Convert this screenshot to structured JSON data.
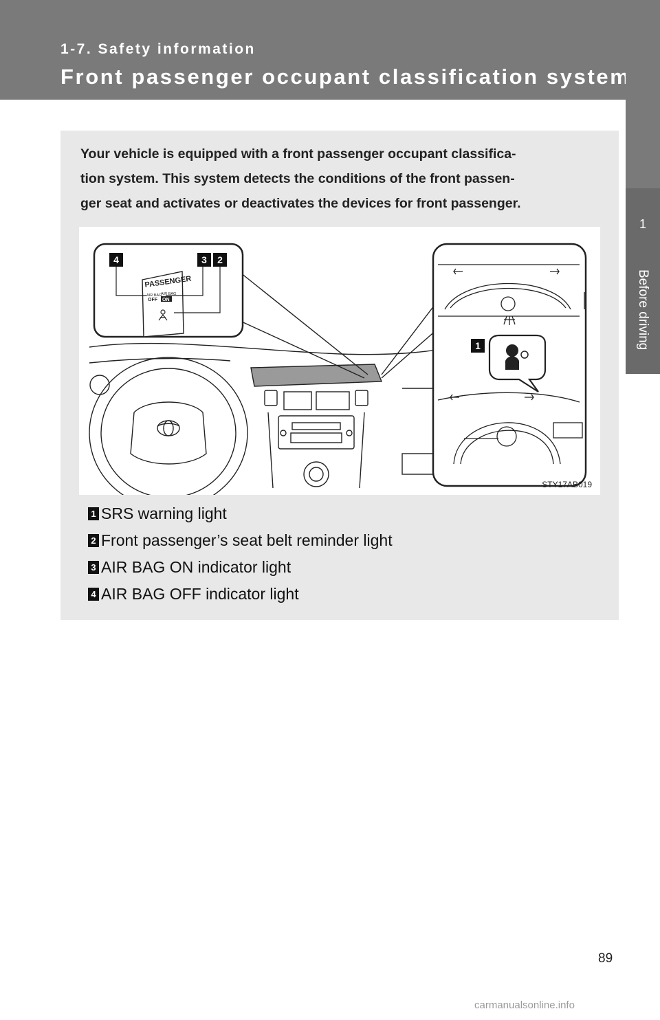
{
  "header": {
    "section": "1-7. Safety information",
    "title": "Front passenger occupant classification system"
  },
  "side_tab": {
    "chapter_number": "1",
    "chapter_name": "Before driving"
  },
  "intro_text": "Your vehicle is equipped with a front passenger occupant classifica-tion system. This system detects the conditions of the front passen-ger seat and activates or deactivates the devices for front passenger.",
  "intro_lines": [
    "Your vehicle is equipped with a front passenger occupant classifica-",
    "tion system. This system detects the conditions of the front passen-",
    "ger seat and activates or deactivates the devices for front passenger."
  ],
  "figure": {
    "code": "STY17AB019",
    "panel_text": {
      "passenger": "PASSENGER",
      "airbag_off_top": "AIR BAG",
      "airbag_off": "OFF",
      "airbag_on_top": "AIR BAG",
      "airbag_on": "ON"
    },
    "callouts": [
      "1",
      "2",
      "3",
      "4"
    ]
  },
  "legend": [
    {
      "num": "1",
      "label": "SRS warning light"
    },
    {
      "num": "2",
      "label": "Front passenger’s seat belt reminder light"
    },
    {
      "num": "3",
      "label": "AIR BAG ON indicator light"
    },
    {
      "num": "4",
      "label": "AIR BAG OFF indicator light"
    }
  ],
  "page_number": "89",
  "watermark": "carmanualsonline.info",
  "colors": {
    "header_bg": "#7a7a7a",
    "side_tab_bg": "#6a6a6a",
    "content_bg": "#e8e8e8"
  }
}
